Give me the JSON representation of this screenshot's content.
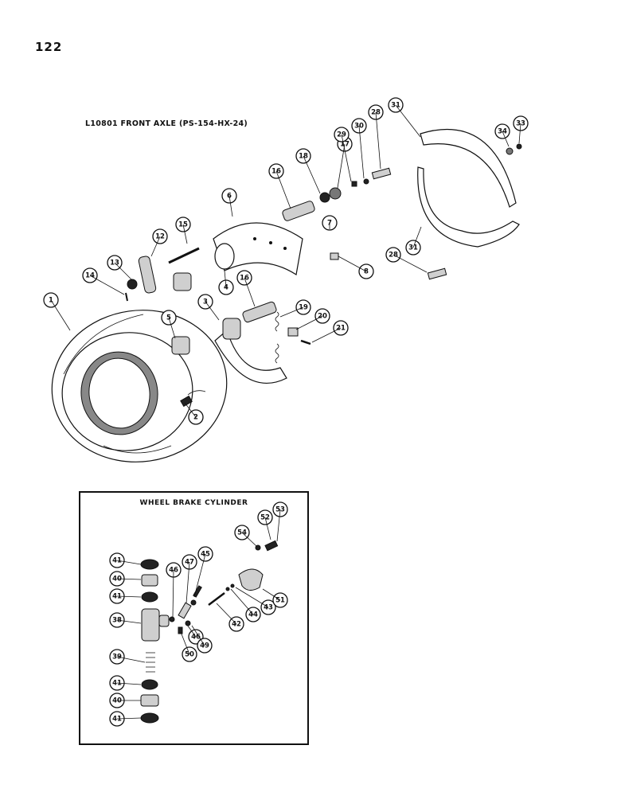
{
  "page_number": "122",
  "title": "L10801 FRONT AXLE (PS-154-HX-24)",
  "inset_title": "WHEEL BRAKE CYLINDER",
  "main_callouts": [
    "1",
    "2",
    "3",
    "4",
    "5",
    "6",
    "7",
    "8",
    "12",
    "13",
    "14",
    "15",
    "16",
    "16",
    "17",
    "18",
    "19",
    "20",
    "21",
    "28",
    "28",
    "29",
    "30",
    "31",
    "31",
    "33",
    "34"
  ],
  "inset_callouts": [
    "41",
    "40",
    "41",
    "38",
    "39",
    "41",
    "40",
    "41",
    "46",
    "47",
    "45",
    "46",
    "49",
    "50",
    "42",
    "44",
    "43",
    "51",
    "54",
    "52",
    "53"
  ],
  "parts": {
    "brake_drum": "1",
    "bolt": "2",
    "lower_brake_shoe": "3",
    "upper_brake_shoe": "6",
    "anchor_pins": "16",
    "return_springs": "19",
    "dust_shields": "31",
    "wheel_brake_cylinder": "38"
  }
}
